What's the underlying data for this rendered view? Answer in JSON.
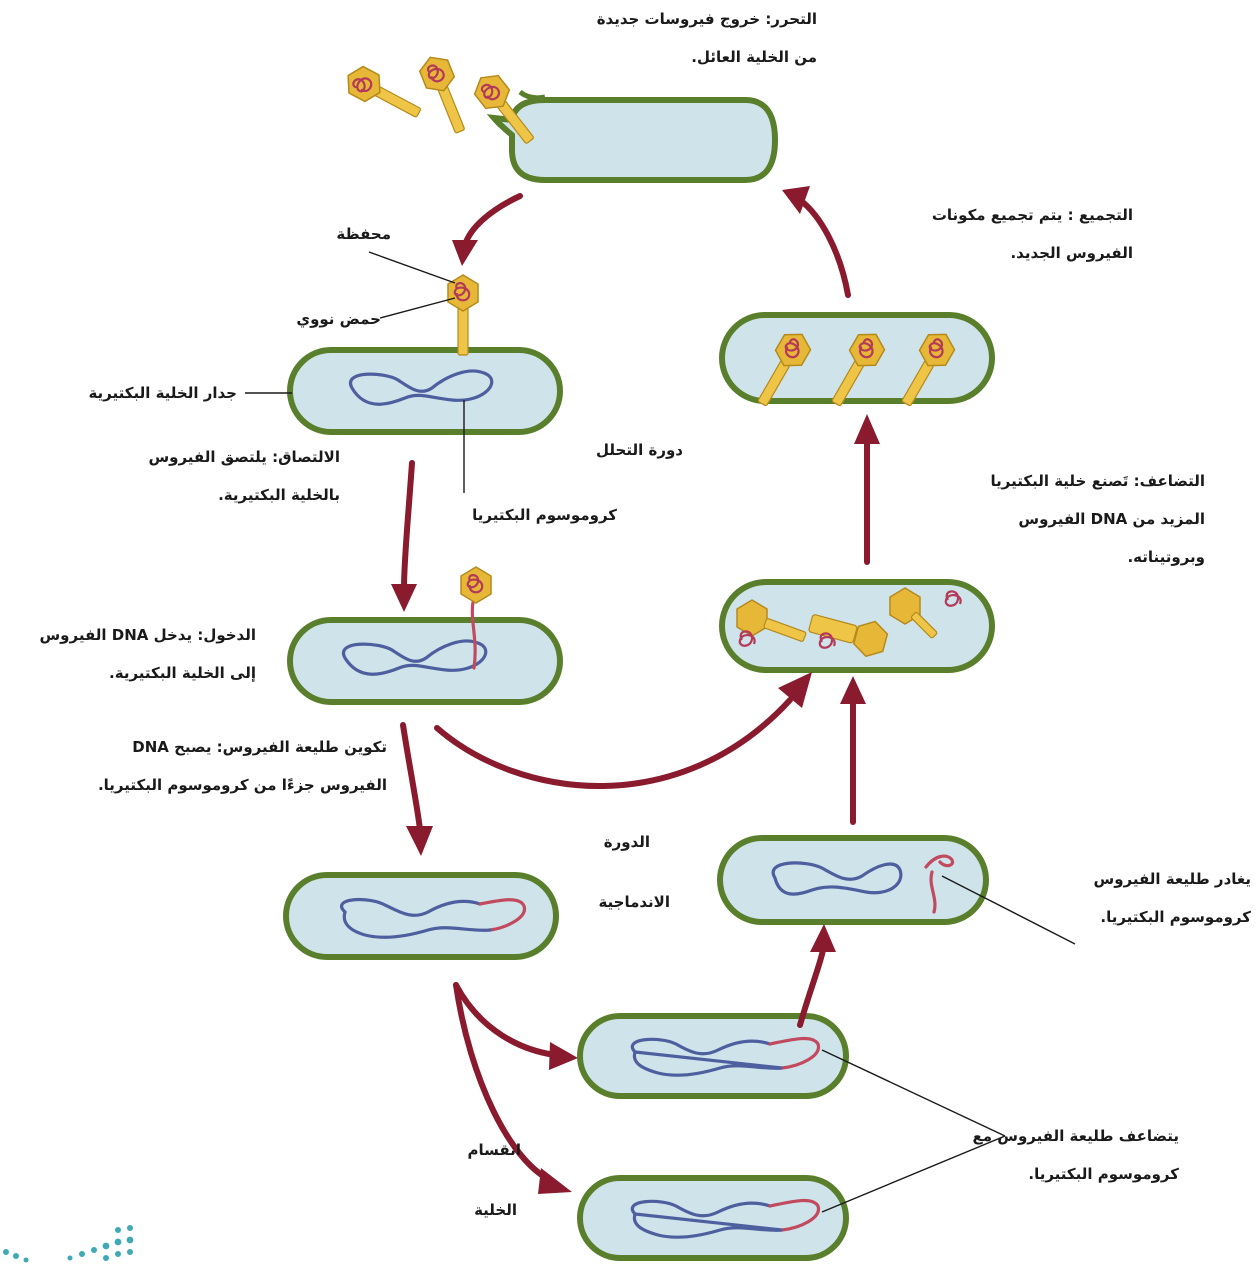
{
  "labels": {
    "release_1": "التحرر: خروج فيروسات جديدة",
    "release_2": "من الخلية العائل.",
    "assembly_1": "التجميع : يتم تجميع مكونات",
    "assembly_2": "الفيروس الجديد.",
    "capsid": "محفظة",
    "nucleic_acid": "حمض نووي",
    "cell_wall": "جدار الخلية البكتيرية",
    "attachment_1": "الالتصاق: يلتصق الفيروس",
    "attachment_2": "بالخلية البكتيرية.",
    "bacterial_chromosome": "كروموسوم البكتيريا",
    "lytic_cycle": "دورة التحلل",
    "replication_1": "التضاعف: تَصنع خلية البكتيريا",
    "replication_2": "المزيد من DNA الفيروس",
    "replication_3": "وبروتيناته.",
    "entry_1": "الدخول: يدخل DNA الفيروس",
    "entry_2": "إلى الخلية البكتيرية.",
    "lysogenic_1": "الدورة",
    "lysogenic_2": "الاندماجية",
    "prophage_leaves_1": "يغادر طليعة الفيروس",
    "prophage_leaves_2": "كروموسوم البكتيريا.",
    "prophage_form_1": "تكوين طليعة الفيروس: يصبح DNA",
    "prophage_form_2": "الفيروس جزءًا من كروموسوم البكتيريا.",
    "cell_division_1": "انقسام",
    "cell_division_2": "الخلية",
    "prophage_replicates_1": "يتضاعف طليعة الفيروس مع",
    "prophage_replicates_2": "كروموسوم البكتيريا."
  },
  "colors": {
    "arrow": "#8a1a2e",
    "cell_wall": "#5a7f2c",
    "cytoplasm": "#cfe3ea",
    "bacterial_dna": "#4d5f9e",
    "viral_dna": "#c24a5f",
    "phage": "#e7b838"
  }
}
